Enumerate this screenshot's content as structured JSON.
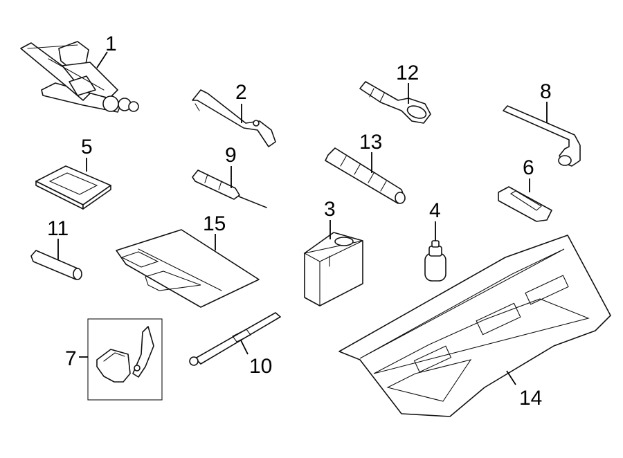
{
  "callouts": [
    {
      "id": "1",
      "part": "scissor-jack"
    },
    {
      "id": "2",
      "part": "jack-handle-rod"
    },
    {
      "id": "3",
      "part": "tire-inflator-kit"
    },
    {
      "id": "4",
      "part": "sealant-bottle"
    },
    {
      "id": "5",
      "part": "pad"
    },
    {
      "id": "6",
      "part": "clip-holder"
    },
    {
      "id": "7",
      "part": "clip-and-connector"
    },
    {
      "id": "8",
      "part": "lug-wrench"
    },
    {
      "id": "9",
      "part": "screwdriver"
    },
    {
      "id": "10",
      "part": "extension-bar"
    },
    {
      "id": "11",
      "part": "socket-adapter"
    },
    {
      "id": "12",
      "part": "tow-hook"
    },
    {
      "id": "13",
      "part": "handle-bar"
    },
    {
      "id": "14",
      "part": "storage-tray"
    },
    {
      "id": "15",
      "part": "cover-panel"
    }
  ],
  "colors": {
    "line": "#111111",
    "background": "#ffffff"
  }
}
